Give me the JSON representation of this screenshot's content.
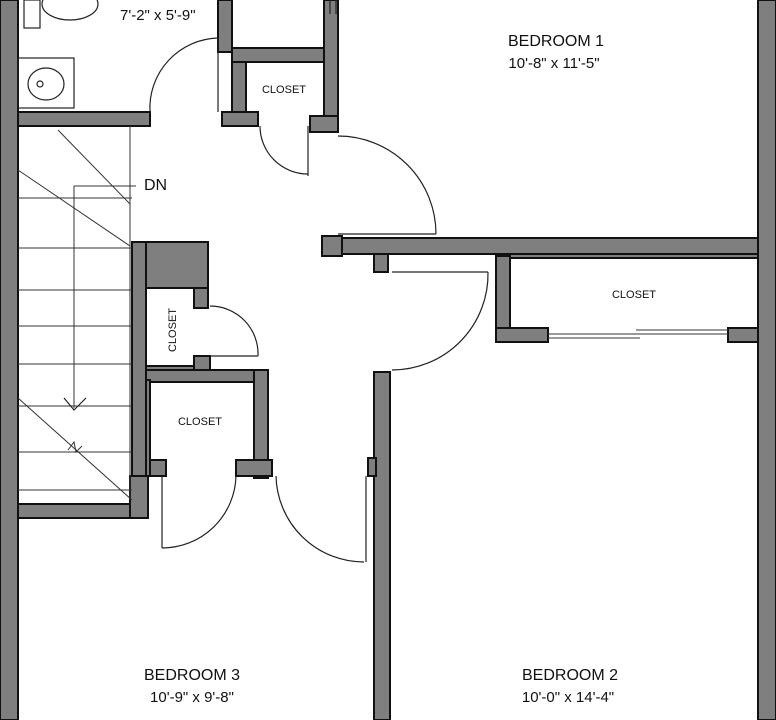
{
  "rooms": {
    "bath_dim": "7'-2\" x 5'-9\"",
    "bedroom1": {
      "name": "BEDROOM 1",
      "dim": "10'-8\" x 11'-5\""
    },
    "bedroom2": {
      "name": "BEDROOM 2",
      "dim": "10'-0\" x 14'-4\""
    },
    "bedroom3": {
      "name": "BEDROOM 3",
      "dim": "10'-9\" x 9'-8\""
    }
  },
  "closets": {
    "hall_closet": "CLOSET",
    "bedroom2_closet": "CLOSET",
    "linen_closet": "CLOSET",
    "bedroom3_closet": "CLOSET"
  },
  "stairs": {
    "direction": "DN"
  },
  "colors": {
    "wall": "#7f7f7f",
    "outline": "#111111",
    "background": "#ffffff"
  }
}
